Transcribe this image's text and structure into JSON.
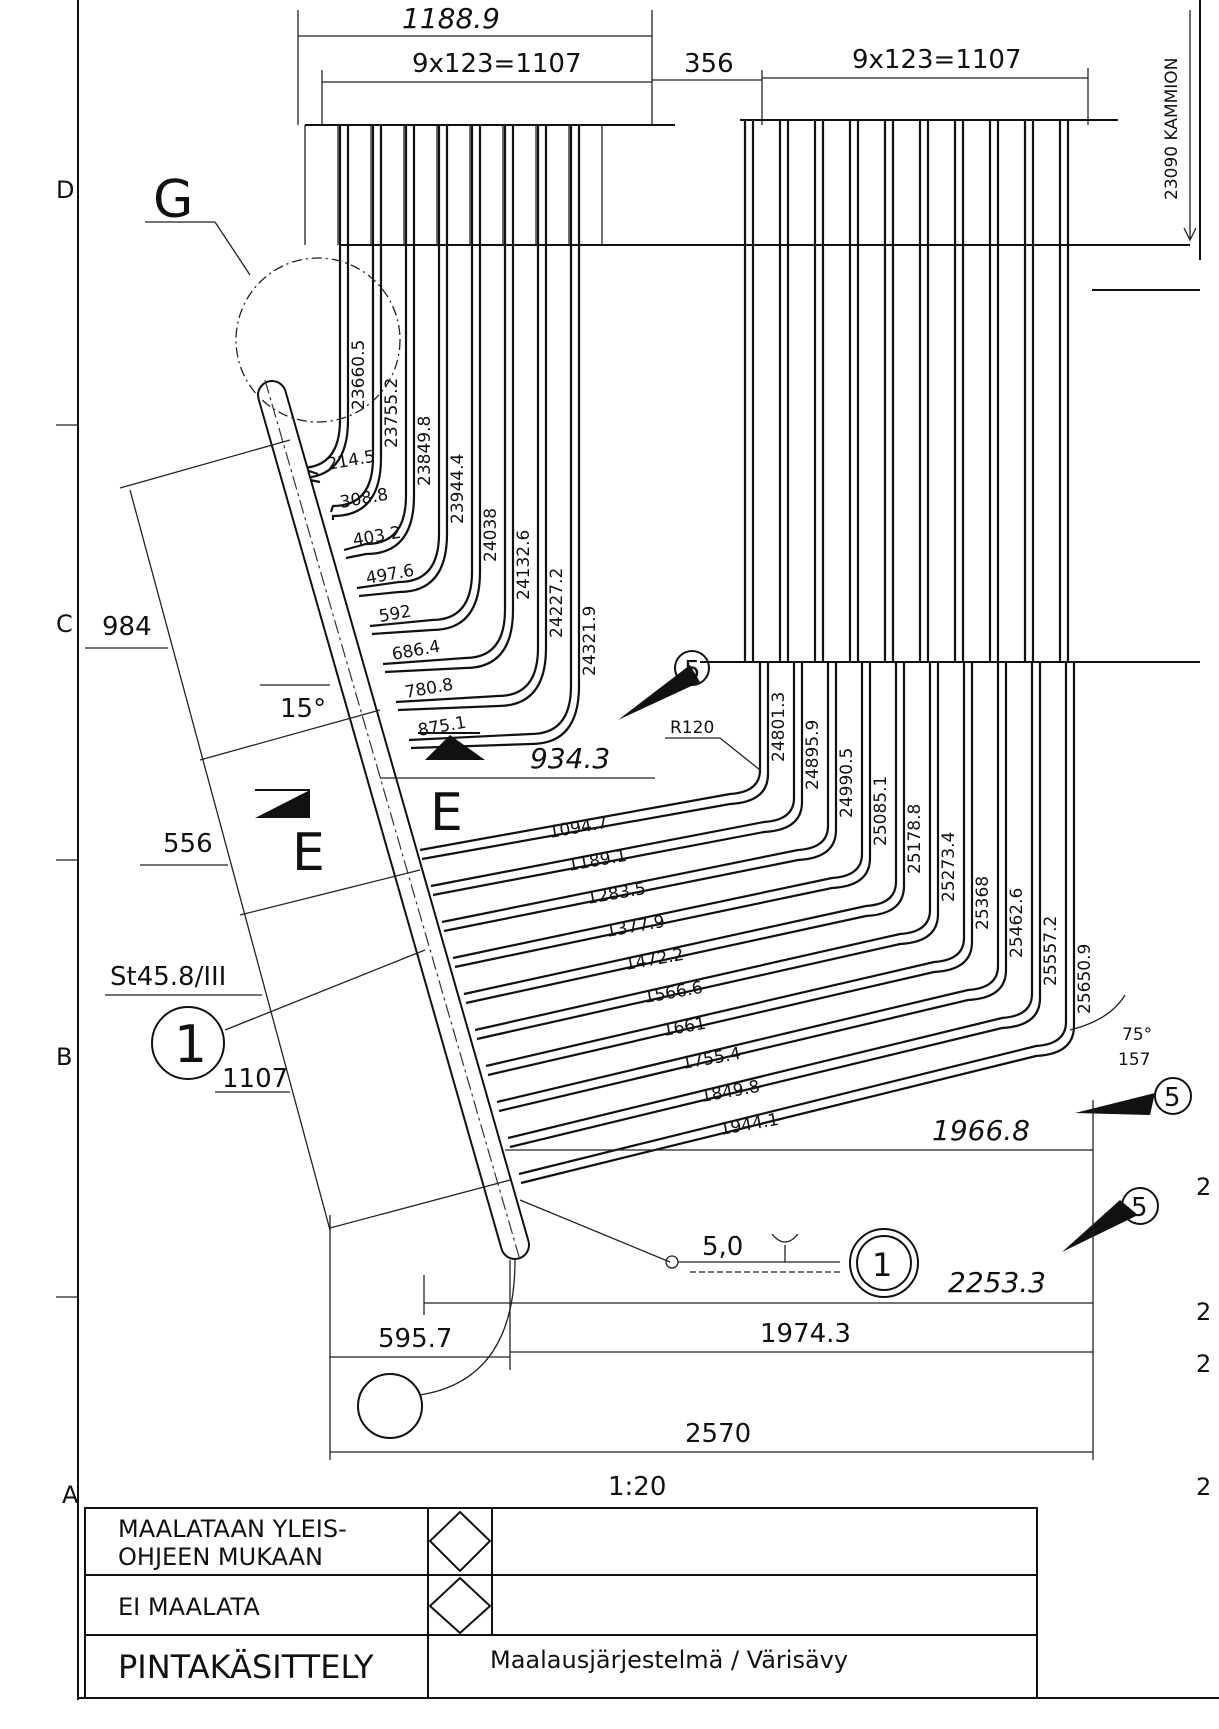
{
  "drawing": {
    "scale": "1:20",
    "zone_letters": [
      "D",
      "C",
      "B",
      "A"
    ],
    "edge_marks": [
      "2",
      "2",
      "2",
      "2"
    ],
    "side_label": "23090 KAMMION",
    "detail_label": "G",
    "section_label": "E",
    "material": "St45.8/III",
    "part_number": "1",
    "item_number": "5",
    "weld": "5,0",
    "radius": "R120",
    "angle_top": "15°",
    "angle_bottom": "75°",
    "top_dims": {
      "overall": "1188.9",
      "left_pitch": "9x123=1107",
      "gap": "356",
      "right_pitch": "9x123=1107"
    },
    "left_dims": [
      "984",
      "556",
      "1107"
    ],
    "upper_tube_lengths": [
      "23660.5",
      "23755.2",
      "23849.8",
      "23944.4",
      "24038",
      "24132.6",
      "24227.2",
      "24321.9"
    ],
    "upper_offsets": [
      "214.5",
      "308.8",
      "403.2",
      "497.6",
      "592",
      "686.4",
      "780.8",
      "875.1"
    ],
    "upper_offset_end": "934.3",
    "lower_tube_lengths": [
      "24801.3",
      "24895.9",
      "24990.5",
      "25085.1",
      "25178.8",
      "25273.4",
      "25368",
      "25462.6",
      "25557.2",
      "25650.9"
    ],
    "lower_offsets": [
      "1094.7",
      "1189.1",
      "1283.5",
      "1377.9",
      "1472.2",
      "1566.6",
      "1661",
      "1755.4",
      "1849.8",
      "1944.1"
    ],
    "lower_offset_end": "1966.8",
    "right_small": "157",
    "bottom_dims": {
      "d1": "2253.3",
      "d2": "595.7",
      "d3": "1974.3",
      "d4": "2570"
    }
  },
  "title_block": {
    "row1": "MAALATAAN YLEIS-",
    "row1b": "OHJEEN MUKAAN",
    "row2": "EI MAALATA",
    "row3_left": "PINTAKÄSITTELY",
    "row3_right": "Maalausjärjestelmä / Värisävy"
  }
}
